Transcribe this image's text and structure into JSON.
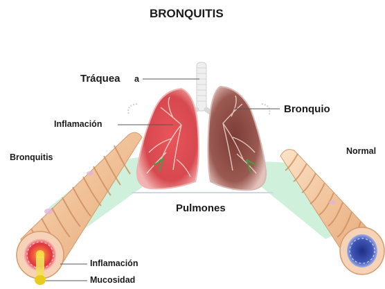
{
  "title": "BRONQUITIS",
  "labels": {
    "traquea": "Tráquea",
    "traquea_tag": "a",
    "inflamacion_lung": "Inflamación",
    "bronquio": "Bronquio",
    "bronquitis": "Bronquitis",
    "normal": "Normal",
    "pulmones": "Pulmones",
    "inflamacion_tube": "Inflamación",
    "mucosidad": "Mucosidad"
  },
  "colors": {
    "inflamed_lung": "#d8434a",
    "normal_lung": "#8a4b45",
    "tube": "#f0c9a0",
    "highlight": "#bfeccf",
    "lumen_normal": "#3b4fa8",
    "mucus": "#e8d300"
  }
}
